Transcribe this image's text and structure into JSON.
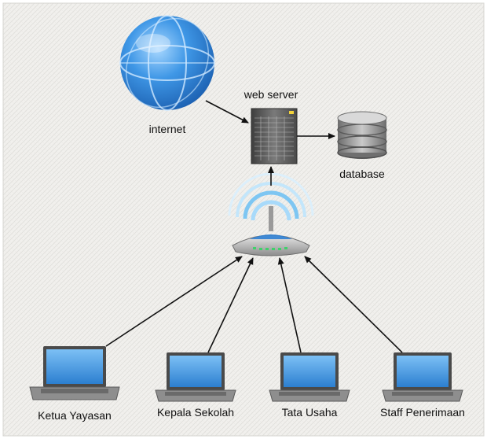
{
  "diagram": {
    "nodes": {
      "internet": "internet",
      "web_server": "web server",
      "database": "database"
    },
    "clients": [
      "Ketua Yayasan",
      "Kepala Sekolah",
      "Tata Usaha",
      "Staff Penerimaan"
    ],
    "edges": [
      {
        "from": "internet",
        "to": "web server"
      },
      {
        "from": "web server",
        "to": "database"
      },
      {
        "from": "router",
        "to": "web server"
      },
      {
        "from": "Ketua Yayasan",
        "to": "router"
      },
      {
        "from": "Kepala Sekolah",
        "to": "router"
      },
      {
        "from": "Tata Usaha",
        "to": "router"
      },
      {
        "from": "Staff Penerimaan",
        "to": "router"
      }
    ]
  },
  "colors": {
    "background": "#f2f1ee",
    "globe": "#2e86d9",
    "server": "#5a5a5a",
    "database": "#8a8a8a",
    "screen": "#3a8fdc",
    "arrow": "#111111"
  }
}
